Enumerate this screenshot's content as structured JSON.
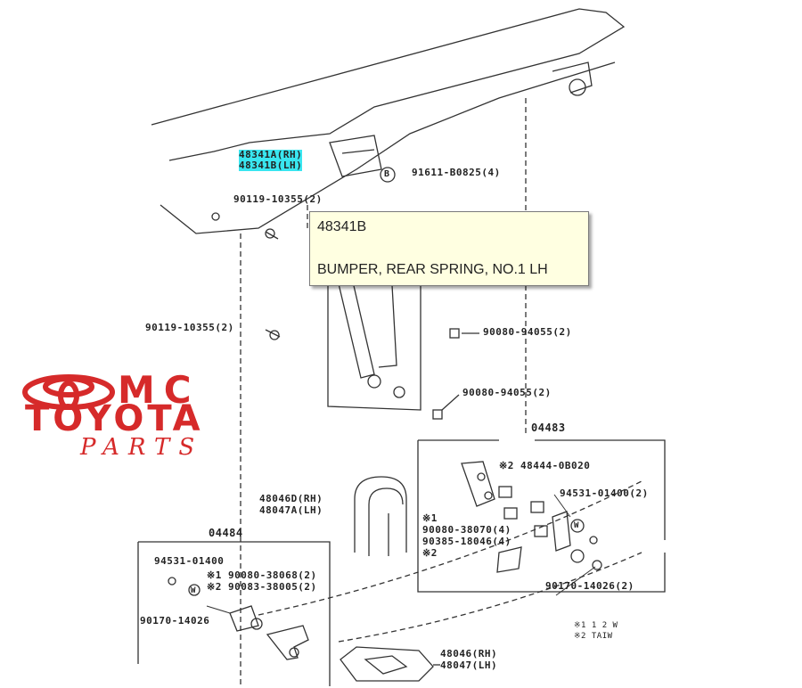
{
  "parts": {
    "p48341A": "48341A(RH)",
    "p48341B": "48341B(LH)",
    "p91611": "91611-B0825(4)",
    "p90119a": "90119-10355(2)",
    "p90119b": "90119-10355(2)",
    "p90080a": "90080-94055(2)",
    "p90080b": "90080-94055(2)",
    "g04483": "04483",
    "p48444": "※2 48444-0B020",
    "p94531a": "94531-01400(2)",
    "p90080c": "90080-38070(4)",
    "p90385": "90385-18046(4)",
    "star1": "※1",
    "star2": "※2",
    "p90170a": "90170-14026(2)",
    "p48046D": "48046D(RH)",
    "p48047A": "48047A(LH)",
    "g04484": "04484",
    "p94531b": "94531-01400",
    "p90080d": "※1 90080-38068(2)",
    "p90083": "※2 90083-38005(2)",
    "p90170b": "90170-14026",
    "p48046": "48046(RH)",
    "p48047": "48047(LH)",
    "note1": "※1 1 2 W",
    "note2": "※2 TAIW",
    "circleB": "B",
    "washer": "W"
  },
  "tooltip": {
    "part_no": "48341B",
    "description": "BUMPER, REAR SPRING, NO.1 LH"
  },
  "logo": {
    "line1": "MC",
    "line2": "TOYOTA",
    "line3": "PARTS",
    "color": "#d62a2a"
  },
  "colors": {
    "line": "#333333",
    "highlight": "#39e6f0",
    "tooltip_bg": "#ffffe1"
  }
}
